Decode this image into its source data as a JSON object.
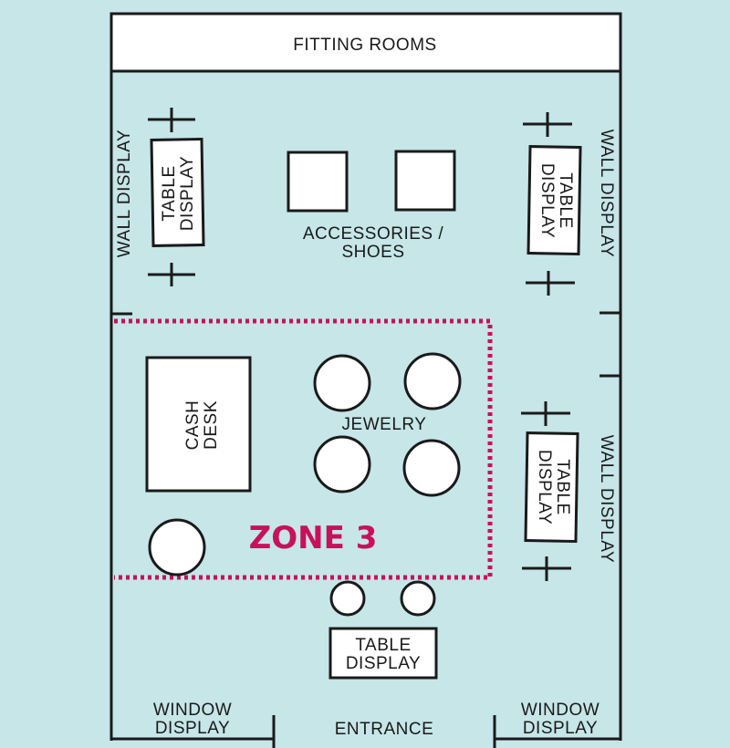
{
  "colors": {
    "background": "#c6e6e8",
    "zone_accent": "#c8115a",
    "line": "#1a1a1a",
    "fixture_fill": "#ffffff"
  },
  "labels": {
    "fitting_rooms": "FITTING ROOMS",
    "wall_display": "WALL DISPLAY",
    "table_display": "TABLE DISPLAY",
    "table": "TABLE",
    "display": "DISPLAY",
    "accessories_line1": "ACCESSORIES /",
    "accessories_line2": "SHOES",
    "cash_line1": "CASH",
    "cash_line2": "DESK",
    "jewelry": "JEWELRY",
    "zone": "ZONE 3",
    "window": "WINDOW",
    "entrance": "ENTRANCE"
  }
}
